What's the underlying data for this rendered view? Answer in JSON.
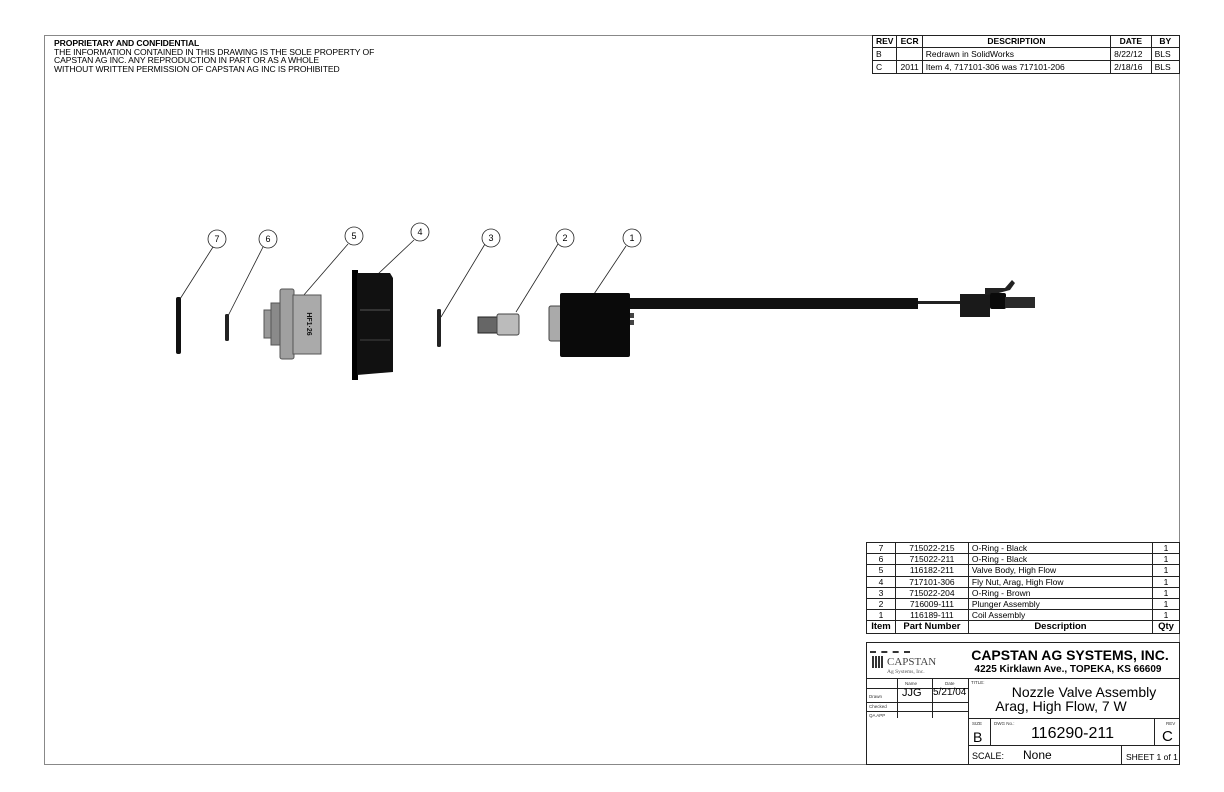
{
  "notice": {
    "title": "PROPRIETARY AND CONFIDENTIAL",
    "lines": [
      "THE INFORMATION CONTAINED IN THIS DRAWING IS THE SOLE PROPERTY OF",
      "CAPSTAN AG INC. ANY REPRODUCTION IN PART OR AS A WHOLE",
      "WITHOUT WRITTEN PERMISSION OF CAPSTAN AG INC IS PROHIBITED"
    ]
  },
  "revisions": {
    "headers": [
      "REV",
      "ECR",
      "DESCRIPTION",
      "DATE",
      "BY"
    ],
    "rows": [
      [
        "B",
        "",
        "Redrawn in SolidWorks",
        "8/22/12",
        "BLS"
      ],
      [
        "C",
        "2011",
        "Item 4, 717101-306 was 717101-206",
        "2/18/16",
        "BLS"
      ]
    ]
  },
  "balloons": [
    "7",
    "6",
    "5",
    "4",
    "3",
    "2",
    "1"
  ],
  "part_marking": "HF1·26",
  "bom": {
    "headers": [
      "Item",
      "Part Number",
      "Description",
      "Qty"
    ],
    "rows": [
      [
        "7",
        "715022-215",
        "O-Ring - Black",
        "1"
      ],
      [
        "6",
        "715022-211",
        "O-Ring - Black",
        "1"
      ],
      [
        "5",
        "116182-211",
        "Valve Body, High Flow",
        "1"
      ],
      [
        "4",
        "717101-306",
        "Fly Nut, Arag, High Flow",
        "1"
      ],
      [
        "3",
        "715022-204",
        "O-Ring - Brown",
        "1"
      ],
      [
        "2",
        "716009-111",
        "Plunger Assembly",
        "1"
      ],
      [
        "1",
        "116189-111",
        "Coil Assembly",
        "1"
      ]
    ]
  },
  "company": {
    "logo_text": "CAPSTAN",
    "logo_sub": "Ag Systems, Inc.",
    "name": "CAPSTAN AG SYSTEMS, INC.",
    "address": "4225 Kirklawn Ave., TOPEKA, KS 66609"
  },
  "signoff": {
    "name_label": "Name",
    "date_label": "Date",
    "drawn_label": "Drawn",
    "drawn_name": "JJG",
    "drawn_date": "5/21/04",
    "checked_label": "Checked",
    "qa_label": "QA APP"
  },
  "title": {
    "label": "TITLE:",
    "line1": "Nozzle Valve Assembly",
    "line2": "Arag, High Flow, 7 W"
  },
  "size": {
    "label": "SIZE",
    "value": "B"
  },
  "dwg": {
    "label": "DWG No.:",
    "value": "116290-211"
  },
  "rev": {
    "label": "REV",
    "value": "C"
  },
  "scale": {
    "label": "SCALE:",
    "value": "None"
  },
  "sheet": "SHEET 1 of 1"
}
